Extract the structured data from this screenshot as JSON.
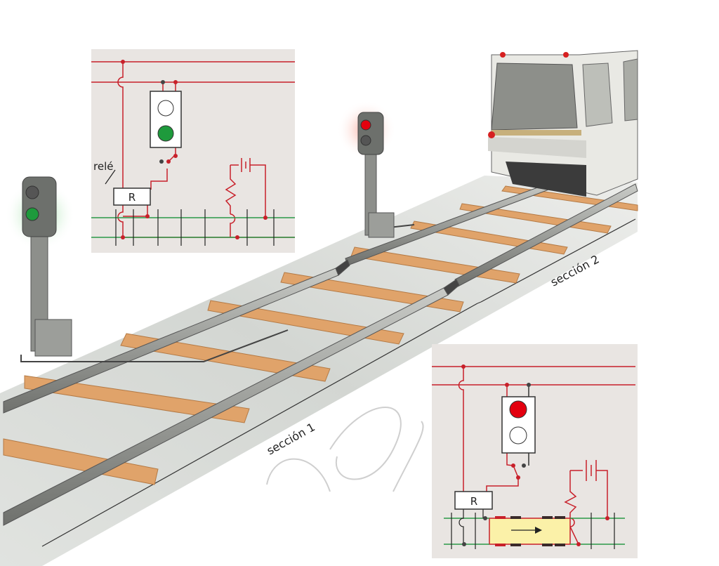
{
  "inset_top": {
    "relay_label": "relé",
    "relay_box": "R",
    "state": "green"
  },
  "inset_bottom": {
    "relay_box": "R",
    "state": "red"
  },
  "sections": {
    "section1": "sección 1",
    "section2": "sección 2"
  },
  "colors": {
    "wire": "#c8202a",
    "rail_wire": "#2a9a48",
    "signal_green": "#1e9a3c",
    "signal_red": "#e3000f",
    "sleeper": "#e0a36a",
    "inset_bg": "#e9e5e2",
    "train_box": "#fbf1a8"
  }
}
